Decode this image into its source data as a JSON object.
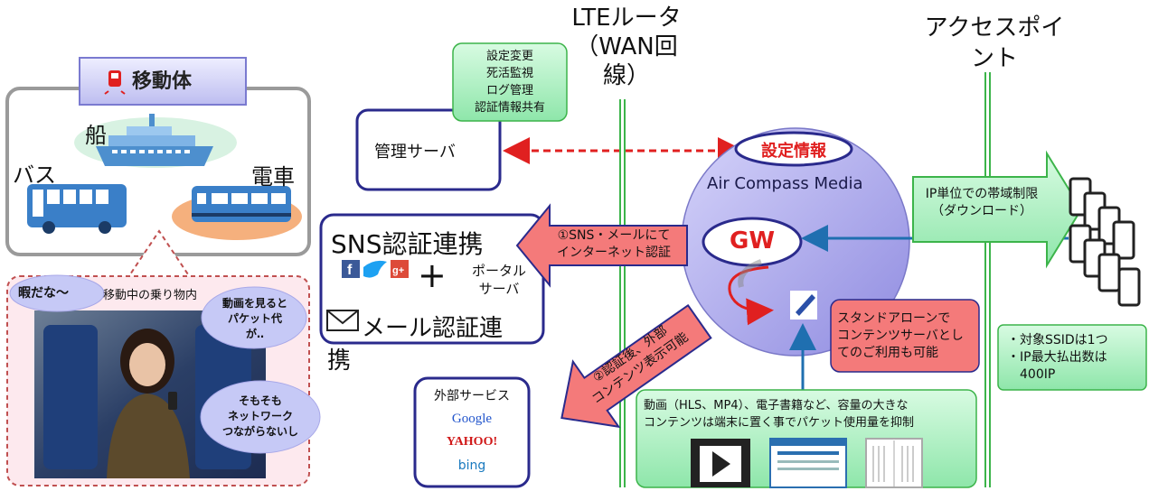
{
  "vehicles": {
    "header": "移動体",
    "ship": "船",
    "bus": "バス",
    "train": "電車"
  },
  "passenger": {
    "caption": "移動中の乗り物内",
    "bubble_bored": "暇だな～",
    "bubble_video": "動画を見ると\nパケット代\nが‥",
    "bubble_network": "そもそも\nネットワーク\nつながらないし"
  },
  "mgmt": {
    "server": "管理サーバ",
    "note": "設定変更\n死活監視\nログ管理\n認証情報共有"
  },
  "lte": {
    "label": "LTEルータ\n（WAN回\n線）"
  },
  "ap": {
    "label": "アクセスポイ\nント"
  },
  "acm": {
    "settings": "設定情報",
    "title": "Air Compass Media",
    "gw": "GW"
  },
  "auth": {
    "sns": "SNS認証連携",
    "portal": "ポータル\nサーバ",
    "plus": "+",
    "mail": "メール認証連\n携"
  },
  "external": {
    "title": "外部サービス",
    "google": "Google",
    "yahoo": "YAHOO!",
    "bing": "bing"
  },
  "arrows": {
    "sns_auth": "①SNS・メールにて\nインターネット認証",
    "after_auth": "②認証後、外部\nコンテンツ表示可能",
    "bandwidth": "IP単位での帯域制限\n（ダウンロード）"
  },
  "notes": {
    "standalone": "スタンドアローンで\nコンテンツサーバとし\nてのご利用も可能",
    "ssid": "・対象SSIDは1つ\n・IP最大払出数は\n　400IP",
    "content": "動画（HLS、MP4）、電子書籍など、容量の大きな\nコンテンツは端末に置く事でパケット使用量を抑制"
  },
  "colors": {
    "accent_red": "#e02020",
    "navy": "#2a2a8c",
    "green_line": "#3cb44a",
    "note_green": "#b6f0c8",
    "note_red": "#f47a7a",
    "acm_fill": "#b9b6ee",
    "arrow_blue": "#1f6fb0"
  }
}
